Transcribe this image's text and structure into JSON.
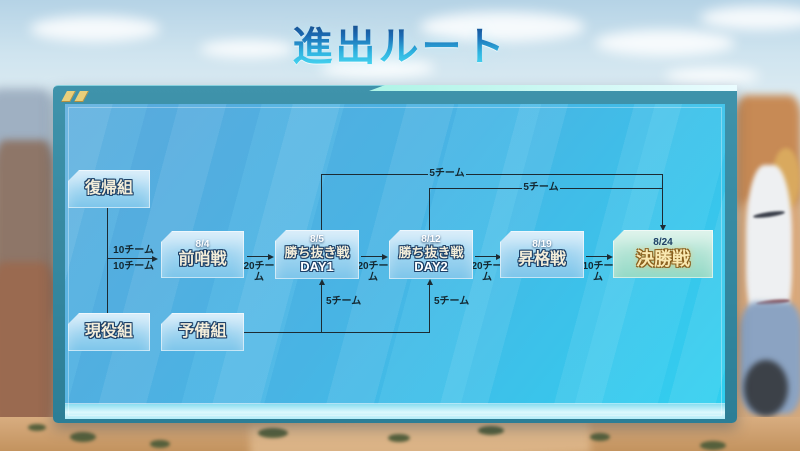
{
  "title": "進出ルート",
  "nodes": {
    "returning": {
      "label": "復帰組"
    },
    "active": {
      "label": "現役組"
    },
    "reserve": {
      "label": "予備組"
    },
    "outpost": {
      "date": "8/4",
      "label": "前哨戦"
    },
    "day1": {
      "date": "8/5",
      "label": "勝ち抜き戦",
      "sub": "DAY1"
    },
    "day2": {
      "date": "8/12",
      "label": "勝ち抜き戦",
      "sub": "DAY2"
    },
    "promotion": {
      "date": "8/19",
      "label": "昇格戦"
    },
    "final": {
      "date": "8/24",
      "label": "決勝戦"
    }
  },
  "edges": {
    "returning_to_outpost": "10チーム",
    "active_to_outpost": "10チーム",
    "outpost_to_day1": "20チーム",
    "day1_to_day2": "20チーム",
    "day2_to_promotion": "20チーム",
    "promotion_to_final": "10チーム",
    "reserve_to_day1": "5チーム",
    "reserve_to_day2": "5チーム",
    "day1_to_final": "5チーム",
    "day2_to_final": "5チーム"
  },
  "colors": {
    "line": "#1c2b33",
    "node-top": "#c9e6f8",
    "node-bottom": "#7cc5ea",
    "final-top": "#cfeee2",
    "final-bottom": "#93d9c6",
    "cream": "#f4eeda",
    "navy": "#1d3f66",
    "gold": "#f9e8b0",
    "gold-edge": "#8a5f1d",
    "frame": "#3f93ab",
    "inner-a": "#5ba9dc",
    "inner-b": "#2fd0f0",
    "edge-glow": "#aef4e6",
    "chevron": "#e9cf7b"
  }
}
